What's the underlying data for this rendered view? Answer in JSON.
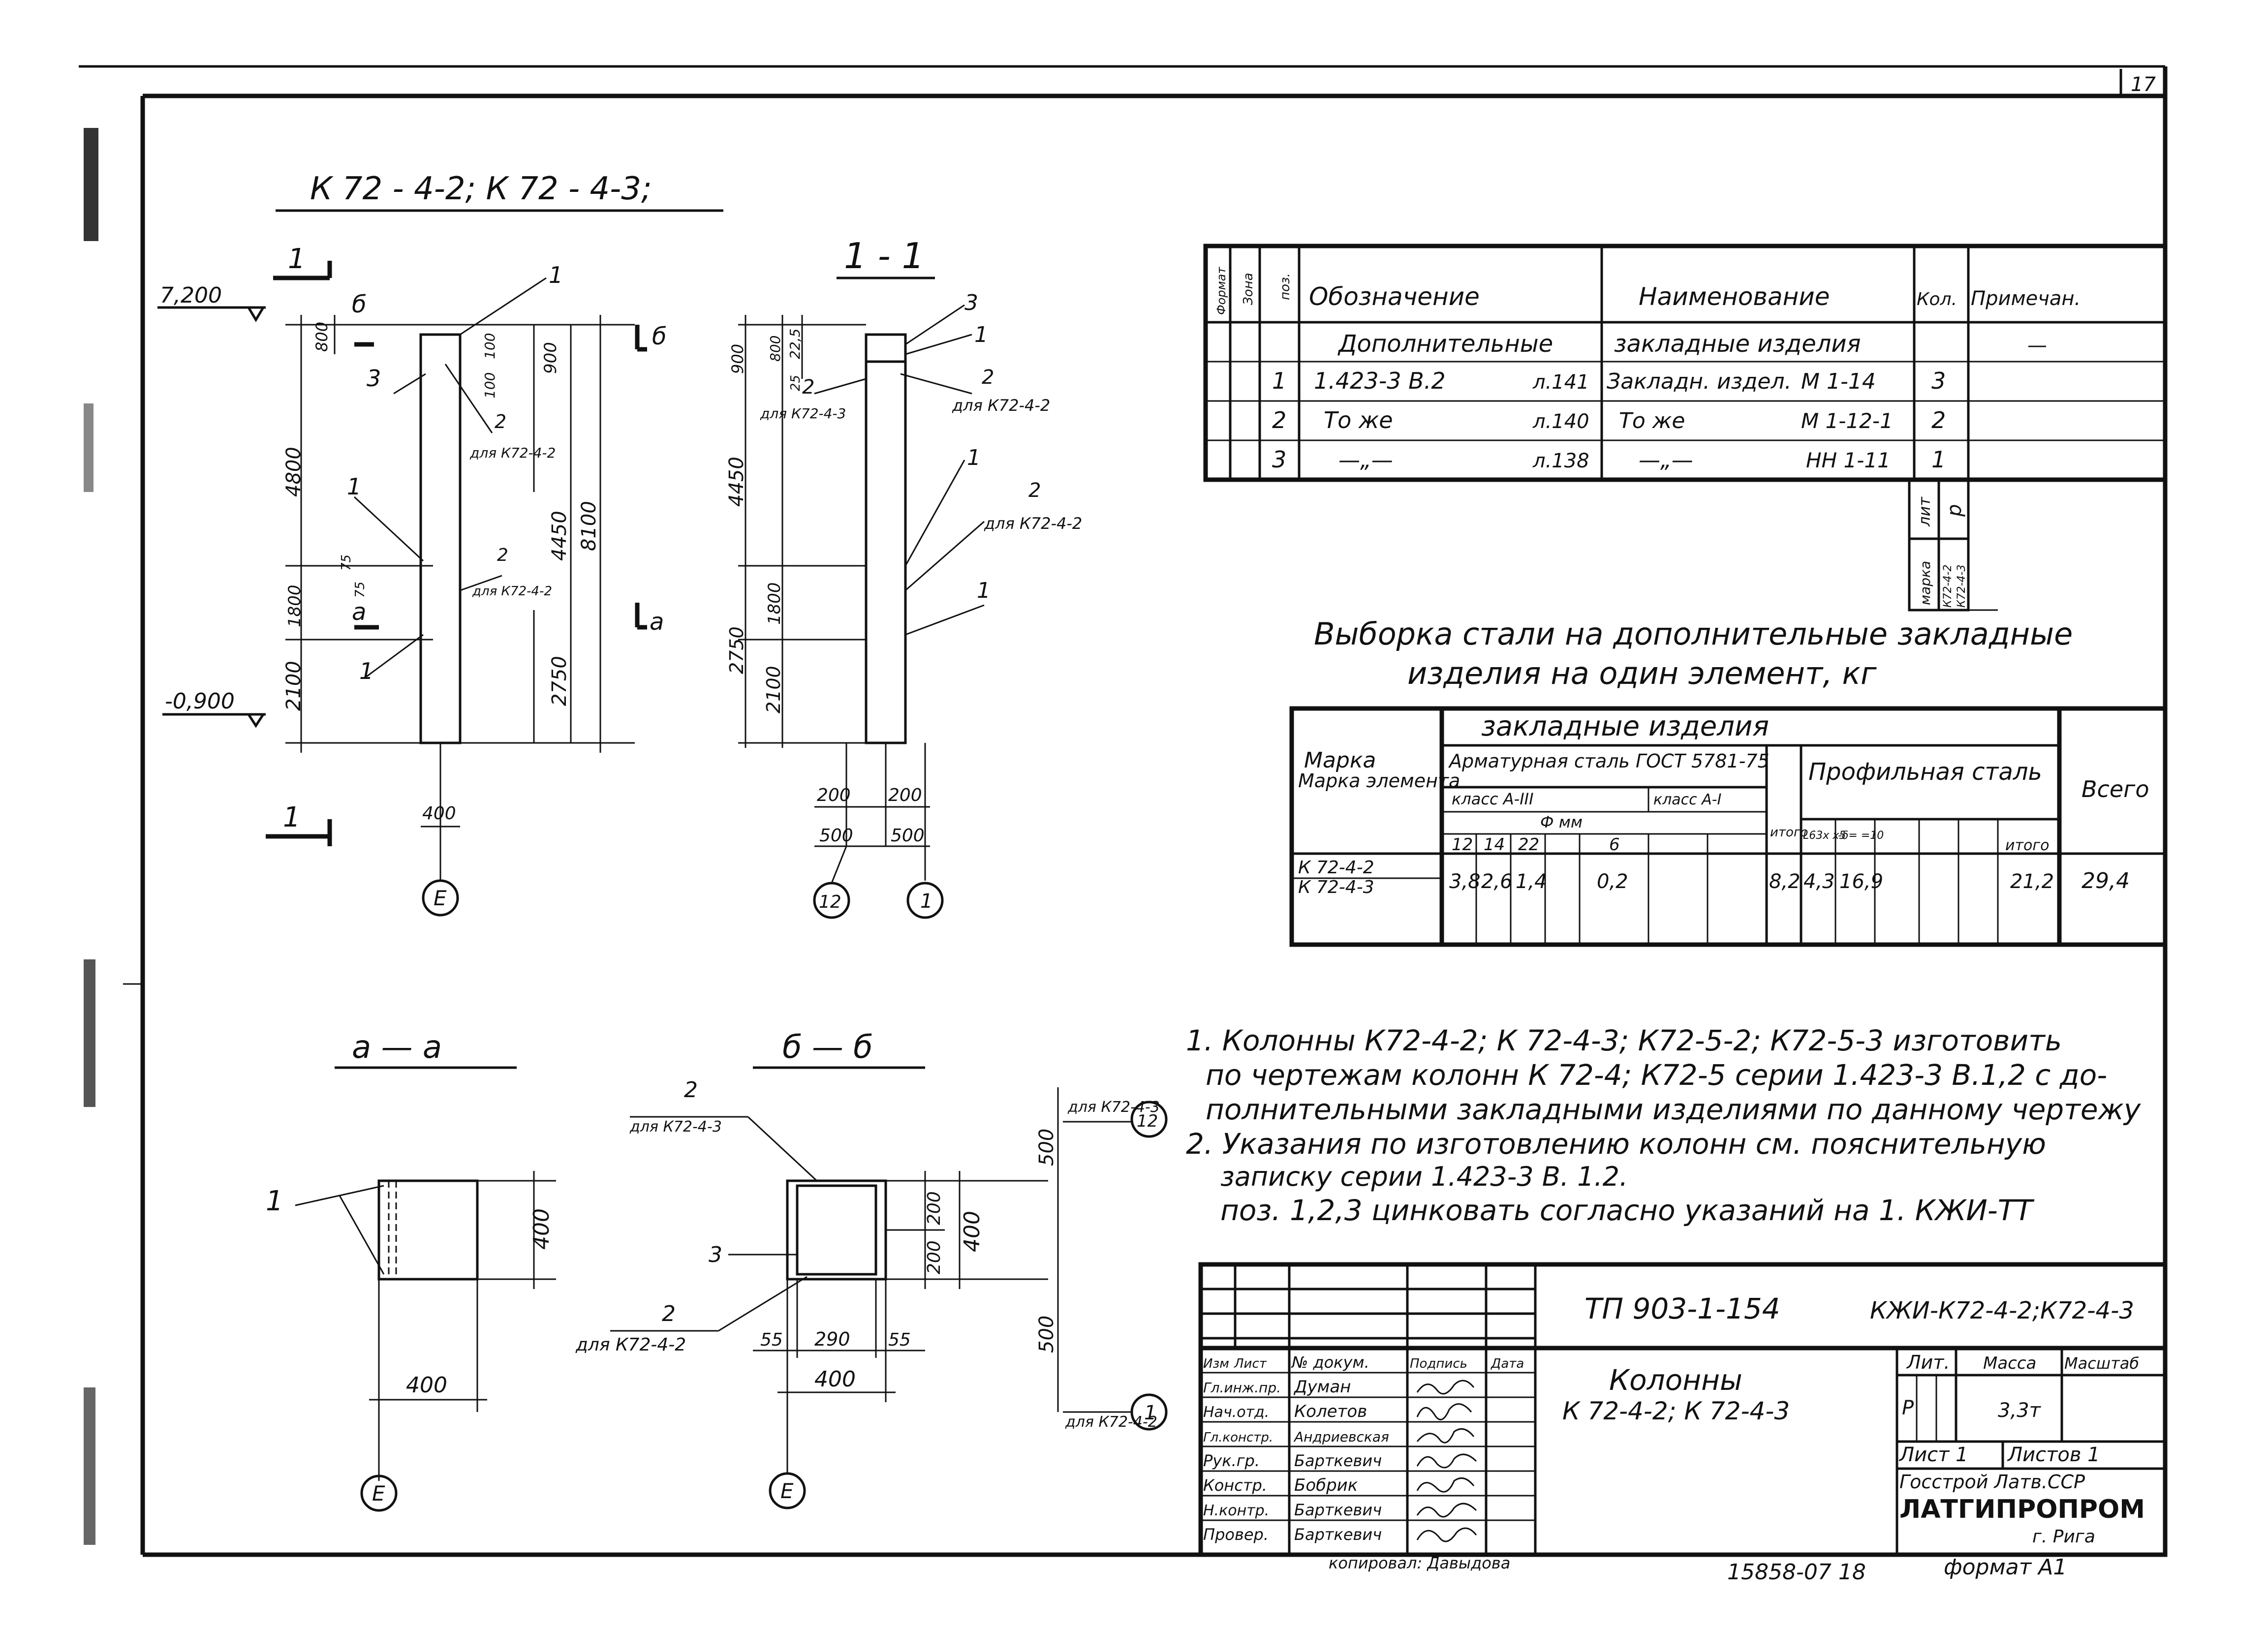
{
  "drawing": {
    "sheet_corner": "17",
    "main_title": "К 72 - 4-2; К 72 - 4-3;",
    "section_11": "1 - 1",
    "section_aa": "а — а",
    "section_bb": "б — б",
    "cut_mark_1": "1",
    "cut_mark_a": "а",
    "cut_mark_b": "б",
    "level_top": "7,200",
    "level_bottom": "-0,900",
    "dims_front": {
      "d800": "800",
      "d4800": "4800",
      "d1800": "1800",
      "d2100": "2100",
      "d100a": "100",
      "d100b": "100",
      "d75a": "75",
      "d75b": "75",
      "d900": "900",
      "d4450": "4450",
      "d8100": "8100",
      "d2750": "2750",
      "d400": "400"
    },
    "dims_side": {
      "d900": "900",
      "d800": "800",
      "d225": "22,5",
      "d25": "25",
      "d4450": "4450",
      "d1800": "1800",
      "d2750": "2750",
      "d2100": "2100",
      "d200a": "200",
      "d200b": "200",
      "d500a": "500",
      "d500b": "500"
    },
    "dims_sections": {
      "aa_w": "400",
      "aa_h": "400",
      "bb_200a": "200",
      "bb_200b": "200",
      "bb_400h": "400",
      "bb_500a": "500",
      "bb_500b": "500",
      "bb_55a": "55",
      "bb_290": "290",
      "bb_55b": "55",
      "bb_400w": "400"
    },
    "leaders": {
      "p1": "1",
      "p2": "2",
      "p3": "3",
      "for_k42": "для К72-4-2",
      "for_k43": "для К72-4-3",
      "for_lc": "для"
    },
    "axes": {
      "e": "Е",
      "twelve": "12",
      "one": "1"
    }
  },
  "spec_table": {
    "headers": [
      "Формат",
      "Зона",
      "поз.",
      "Обозначение",
      "Наименование",
      "Кол.",
      "Примечан."
    ],
    "section_row": [
      "Дополнительные",
      "закладные изделия",
      "—"
    ],
    "rows": [
      {
        "pos": "1",
        "designation": "1.423-3 В.2",
        "sheet": "л.141",
        "name": "Закладн. издел.",
        "code": "М 1-14",
        "qty": "3"
      },
      {
        "pos": "2",
        "designation": "То же",
        "sheet": "л.140",
        "name": "То же",
        "code": "М 1-12-1",
        "qty": "2"
      },
      {
        "pos": "3",
        "designation": "—„—",
        "sheet": "л.138",
        "name": "—„—",
        "code": "НН 1-11",
        "qty": "1"
      }
    ],
    "lit_label": "лит",
    "lit_value": "р",
    "mark_label": "марка",
    "mark_values": [
      "К72-4-2",
      "К72-4-3"
    ]
  },
  "steel_table": {
    "title_line1": "Выборка стали на дополнительные закладные",
    "title_line2": "изделия на один элемент, кг",
    "h_mark": "Марка элемента",
    "h_embedded": "закладные изделия",
    "h_rebar": "Арматурная сталь ГОСТ 5781-75",
    "h_class_a3": "класс А-III",
    "h_class_a1": "класс А-I",
    "h_diam": "Ф мм",
    "diam_a3": [
      "12",
      "14",
      "22"
    ],
    "diam_a1": [
      "6"
    ],
    "h_itogo_1": "итого",
    "h_profile": "Профильная сталь",
    "profile_cols": [
      "L63x x5",
      "-δ= =10"
    ],
    "h_itogo_2": "итого",
    "h_total": "Всего",
    "row_marks": [
      "К 72-4-2",
      "К 72-4-3"
    ],
    "row_values": [
      "3,8",
      "2,6",
      "1,4",
      "0,2",
      "8,2",
      "4,3",
      "16,9",
      "21,2",
      "29,4"
    ]
  },
  "notes": {
    "line1": "1. Колонны К72-4-2; К 72-4-3; К72-5-2; К72-5-3 изготовить",
    "line2": "по чертежам колонн К 72-4; К72-5 серии 1.423-3 В.1,2 с до-",
    "line3": "полнительными закладными изделиями по данному чертежу",
    "line4": "2. Указания по изготовлению колонн см. пояснительную",
    "line5": "записку серии 1.423-3 В. 1.2.",
    "line6": "поз. 1,2,3 цинковать согласно указаний на 1. КЖИ-ТТ"
  },
  "title_block": {
    "doc_code": "ТП 903-1-154",
    "sheet_code": "КЖИ-К72-4-2;К72-4-3",
    "name_line1": "Колонны",
    "name_line2": "К 72-4-2; К 72-4-3",
    "h_izm": "Изм",
    "h_list": "Лист",
    "h_doc": "№ докум.",
    "h_sign": "Подпись",
    "h_date": "Дата",
    "staff": [
      {
        "role": "Гл.инж.пр.",
        "name": "Думан"
      },
      {
        "role": "Нач.отд.",
        "name": "Колетов"
      },
      {
        "role": "Гл.констр.",
        "name": "Андриевская"
      },
      {
        "role": "Рук.гр.",
        "name": "Барткевич"
      },
      {
        "role": "Констр.",
        "name": "Бобрик"
      },
      {
        "role": "Н.контр.",
        "name": "Барткевич"
      },
      {
        "role": "Провер.",
        "name": "Барткевич"
      }
    ],
    "h_lit": "Лит.",
    "h_mass": "Масса",
    "h_scale": "Масштаб",
    "lit_value": "Р",
    "mass_value": "3,3т",
    "sheet_label": "Лист 1",
    "sheets_label": "Листов 1",
    "org_line1": "Госстрой Латв.ССР",
    "org_line2": "ЛАТГИПРОПРОМ",
    "org_line3": "г. Рига",
    "copied_by": "копировал: Давыдова",
    "archive_no": "15858-07 18",
    "format": "формат А1"
  }
}
